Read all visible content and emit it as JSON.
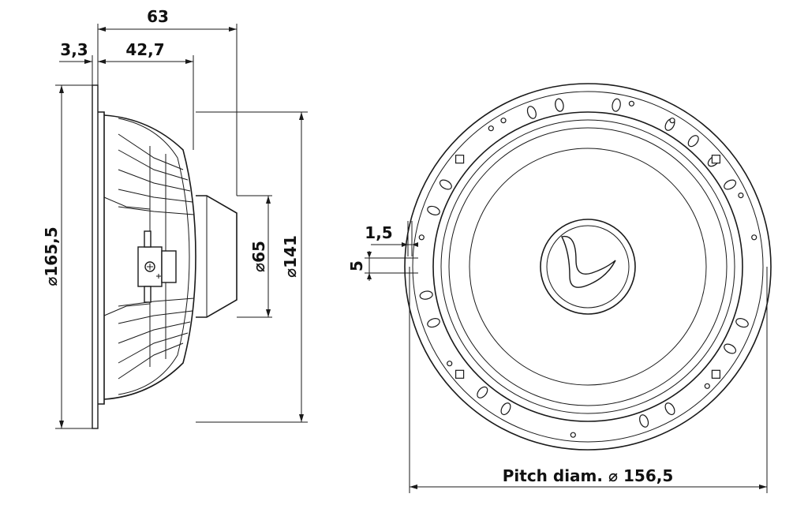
{
  "dimensions": {
    "depth_total": "63",
    "flange_thickness": "3,3",
    "mount_depth": "42,7",
    "outer_diameter": "165,5",
    "magnet_diameter": "65",
    "basket_diameter": "141",
    "slot_width": "1,5",
    "slot_length": "5",
    "pitch_label": "Pitch diam.",
    "pitch_value": "156,5"
  },
  "symbols": {
    "diameter": "⌀"
  },
  "colors": {
    "stroke": "#1a1a1a",
    "background": "#ffffff"
  },
  "icons": {
    "logo": "dust-cap-logo-icon",
    "terminal": "terminal-icon"
  }
}
